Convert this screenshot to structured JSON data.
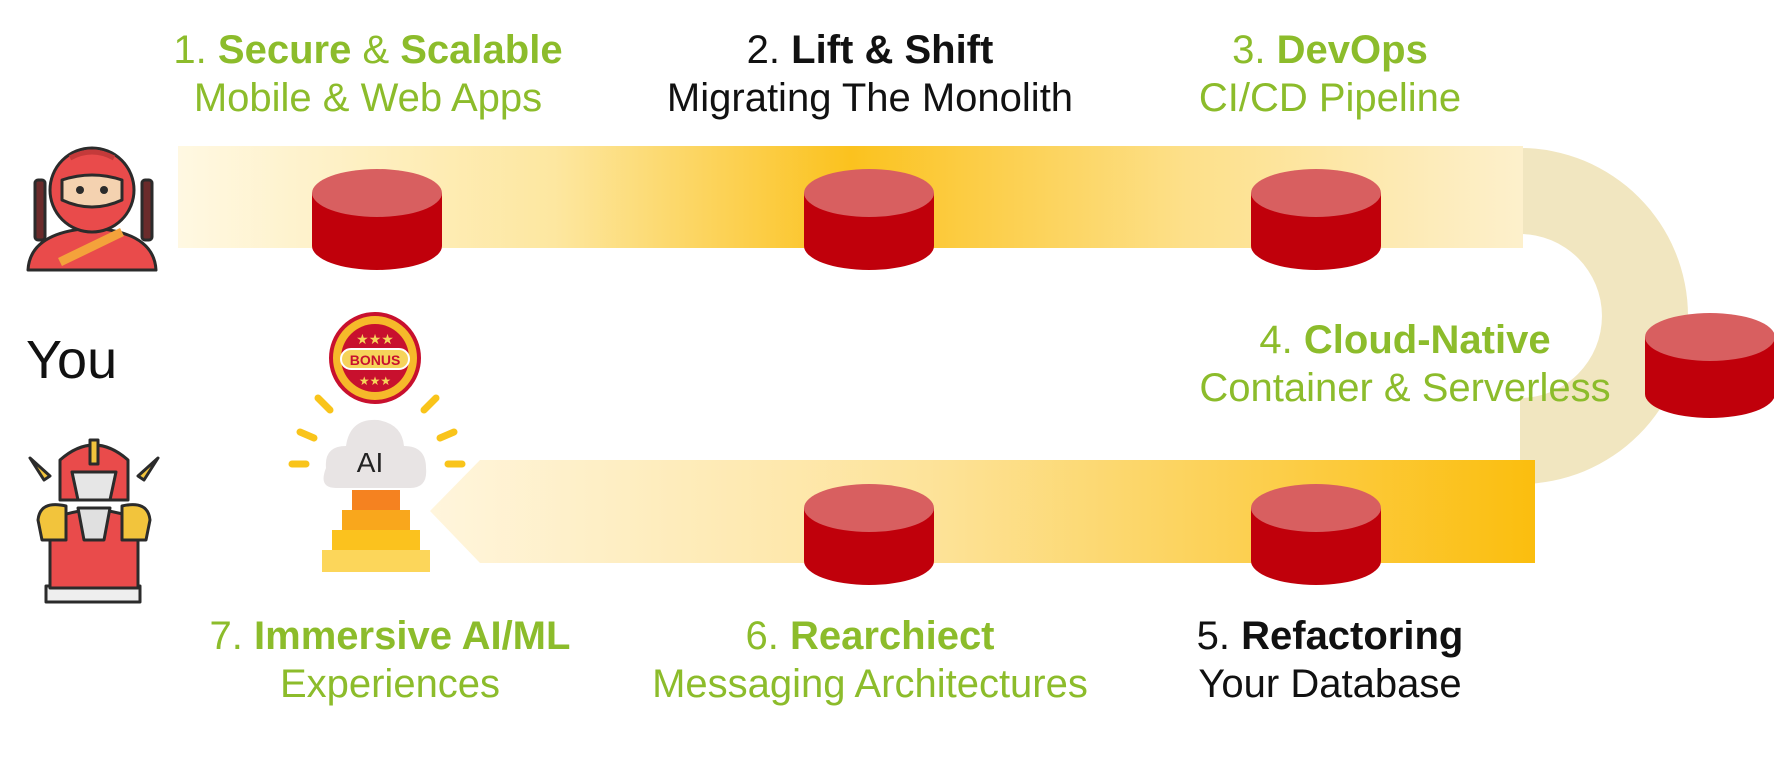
{
  "you_label": "You",
  "bonus_badge_text": "BONUS",
  "ai_cloud_text": "AI",
  "colors": {
    "accent_green": "#8cbc2b",
    "road_yellow": "#fbbe0e",
    "road_pale": "#f1e6c0",
    "drum_top": "#d85f60",
    "drum_body": "#c0000b"
  },
  "steps": [
    {
      "num": "1.",
      "title_a": "Secure",
      "amp": "&",
      "title_b": "Scalable",
      "sub": "Mobile & Web Apps"
    },
    {
      "num": "2.",
      "title": "Lift & Shift",
      "sub": "Migrating The Monolith"
    },
    {
      "num": "3.",
      "title": "DevOps",
      "sub": "CI/CD Pipeline"
    },
    {
      "num": "4.",
      "title": "Cloud-Native",
      "sub": "Container & Serverless"
    },
    {
      "num": "5.",
      "title": "Refactoring",
      "sub": "Your Database"
    },
    {
      "num": "6.",
      "title": "Rearchiect",
      "sub": "Messaging Architectures"
    },
    {
      "num": "7.",
      "title": "Immersive AI/ML",
      "sub": "Experiences"
    }
  ],
  "icons": [
    "ninja-icon",
    "samurai-icon",
    "bonus-badge-icon",
    "ai-cloud-pyramid-icon"
  ]
}
